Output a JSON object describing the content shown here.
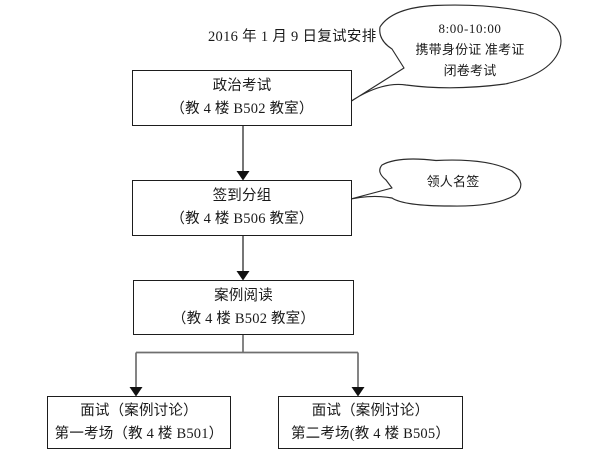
{
  "title": "2016 年 1 月 9 日复试安排",
  "nodes": [
    {
      "id": "exam",
      "line1": "政治考试",
      "line2": "（教 4 楼 B502 教室）"
    },
    {
      "id": "signin",
      "line1": "签到分组",
      "line2": "（教 4 楼 B506 教室）"
    },
    {
      "id": "reading",
      "line1": "案例阅读",
      "line2": "（教 4 楼 B502 教室）"
    },
    {
      "id": "interview-1",
      "line1": "面试（案例讨论）",
      "line2": "第一考场（教 4 楼 B501）"
    },
    {
      "id": "interview-2",
      "line1": "面试（案例讨论）",
      "line2": "第二考场(教 4 楼 B505）"
    }
  ],
  "callouts": [
    {
      "id": "exam-note",
      "line1": "8:00-10:00",
      "line2": "携带身份证 准考证",
      "line3": "闭卷考试"
    },
    {
      "id": "signin-note",
      "line1": "领人名签"
    }
  ],
  "colors": {
    "stroke": "#1d1d1d",
    "connector": "#6f6f6f",
    "arrowhead": "#111111",
    "background": "#ffffff",
    "text": "#1a1a1a"
  }
}
